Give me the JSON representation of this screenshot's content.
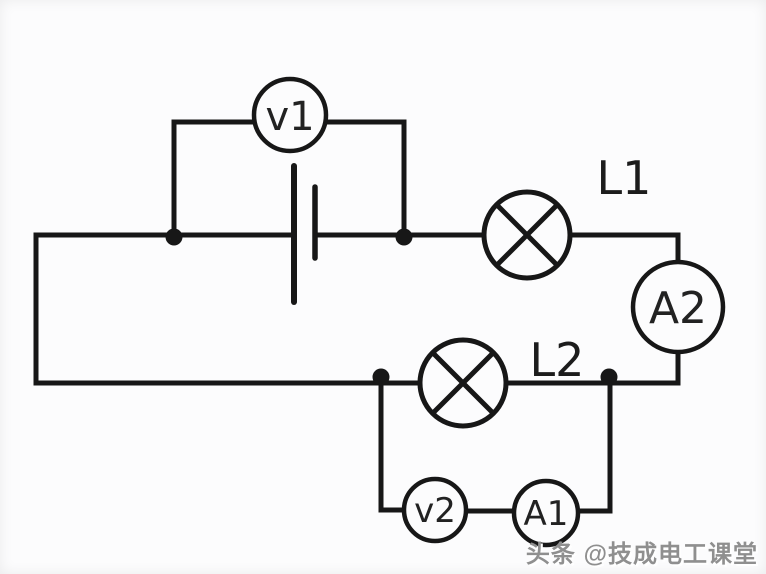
{
  "colors": {
    "ink": "#171717",
    "background": "#fcfcfd",
    "watermark_gray": "#8f8f8f"
  },
  "circuit": {
    "meters": [
      {
        "id": "v1",
        "label": "v1",
        "type": "voltmeter"
      },
      {
        "id": "a2",
        "label": "A2",
        "type": "ammeter"
      },
      {
        "id": "v2",
        "label": "v2",
        "type": "voltmeter"
      },
      {
        "id": "a1",
        "label": "A1",
        "type": "ammeter"
      }
    ],
    "lamps": [
      {
        "id": "l1",
        "label": "L1"
      },
      {
        "id": "l2",
        "label": "L2"
      }
    ]
  },
  "watermark": {
    "text": "头条 @技成电工课堂"
  }
}
